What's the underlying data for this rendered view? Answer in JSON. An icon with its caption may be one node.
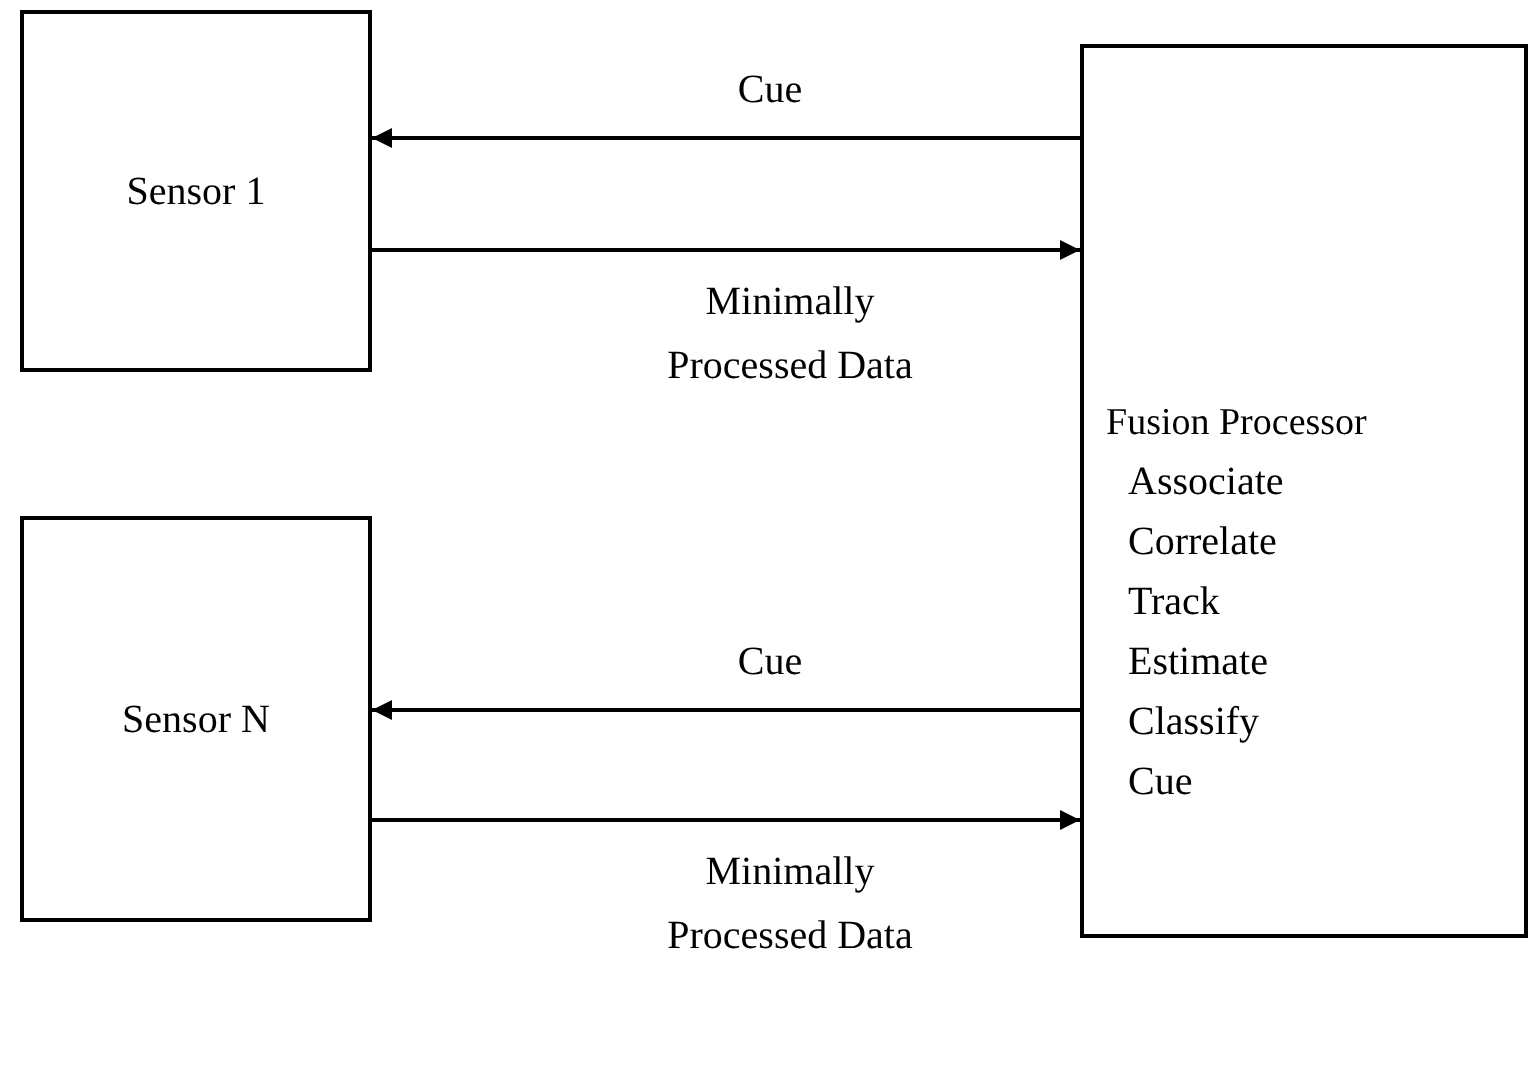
{
  "diagram": {
    "nodes": [
      {
        "text": [
          "Sensor 1"
        ]
      },
      {
        "text": [
          "Sensor N"
        ]
      },
      {
        "text": [
          "Fusion Processor",
          "Associate Correlate Track Estimate Classify Cue"
        ]
      }
    ],
    "edges": [
      {
        "from": 2,
        "to": 0,
        "arrow": "to",
        "label": "Cue"
      },
      {
        "from": 0,
        "to": 2,
        "arrow": "to",
        "label": "Minimally Processed Data"
      },
      {
        "from": 2,
        "to": 1,
        "arrow": "to",
        "label": "Cue"
      },
      {
        "from": 1,
        "to": 2,
        "arrow": "to",
        "label": "Minimally Processed Data"
      }
    ]
  }
}
